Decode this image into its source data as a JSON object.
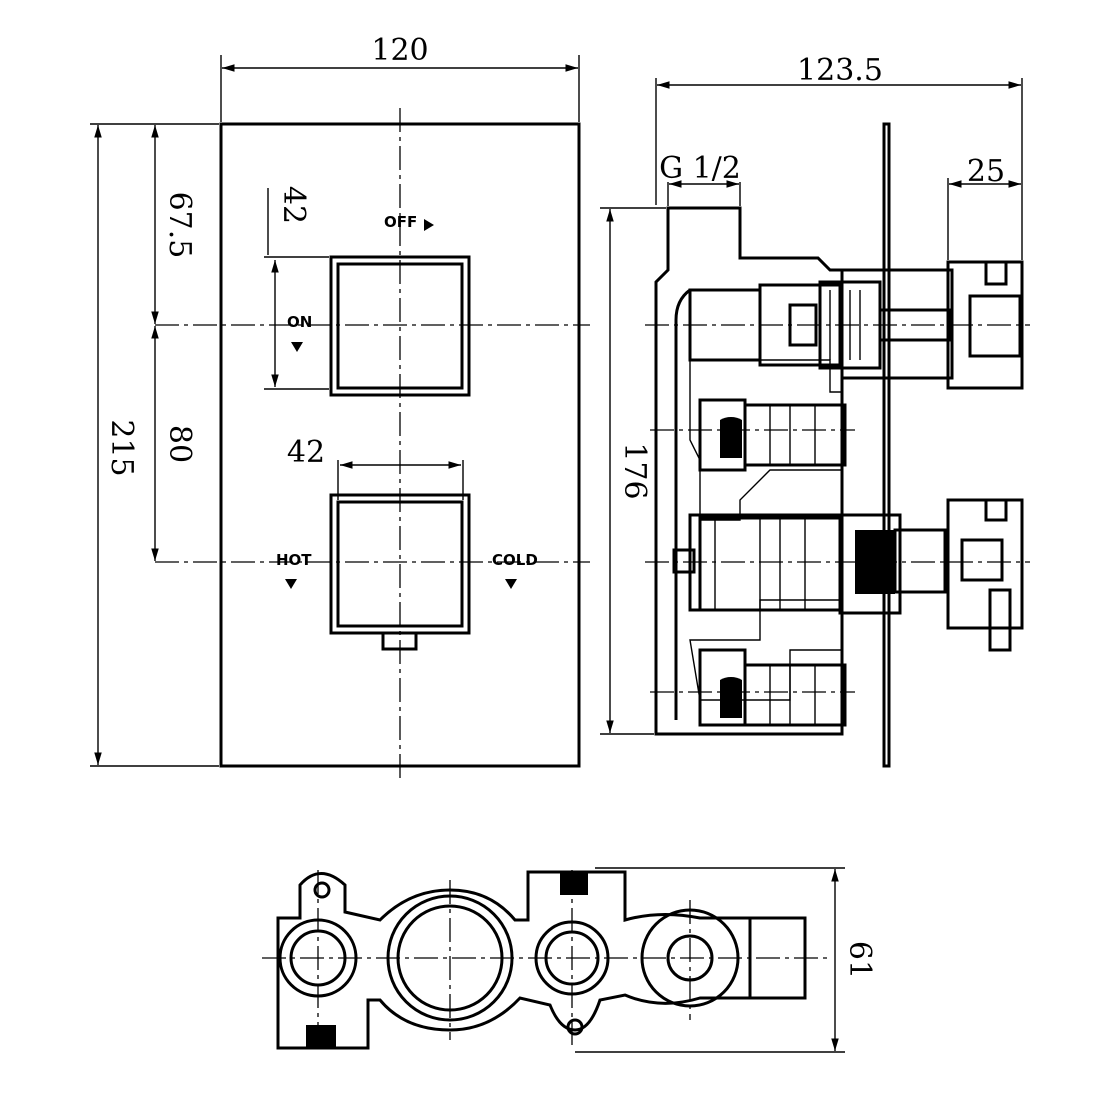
{
  "dimensions": {
    "front_width": "120",
    "front_height": "215",
    "top_to_on": "67.5",
    "on_to_hot": "80",
    "upper_knob_size": "42",
    "lower_knob_size": "42",
    "side_depth": "123.5",
    "side_height": "176",
    "thread": "G 1/2",
    "knob_depth": "25",
    "body_depth": "61"
  },
  "labels": {
    "off": "OFF",
    "on": "ON",
    "hot": "HOT",
    "cold": "COLD"
  },
  "icons": {
    "off_arrow": "triangle-right-icon",
    "on_arrow": "triangle-down-icon",
    "hot_arrow": "triangle-down-icon",
    "cold_arrow": "triangle-down-icon"
  }
}
